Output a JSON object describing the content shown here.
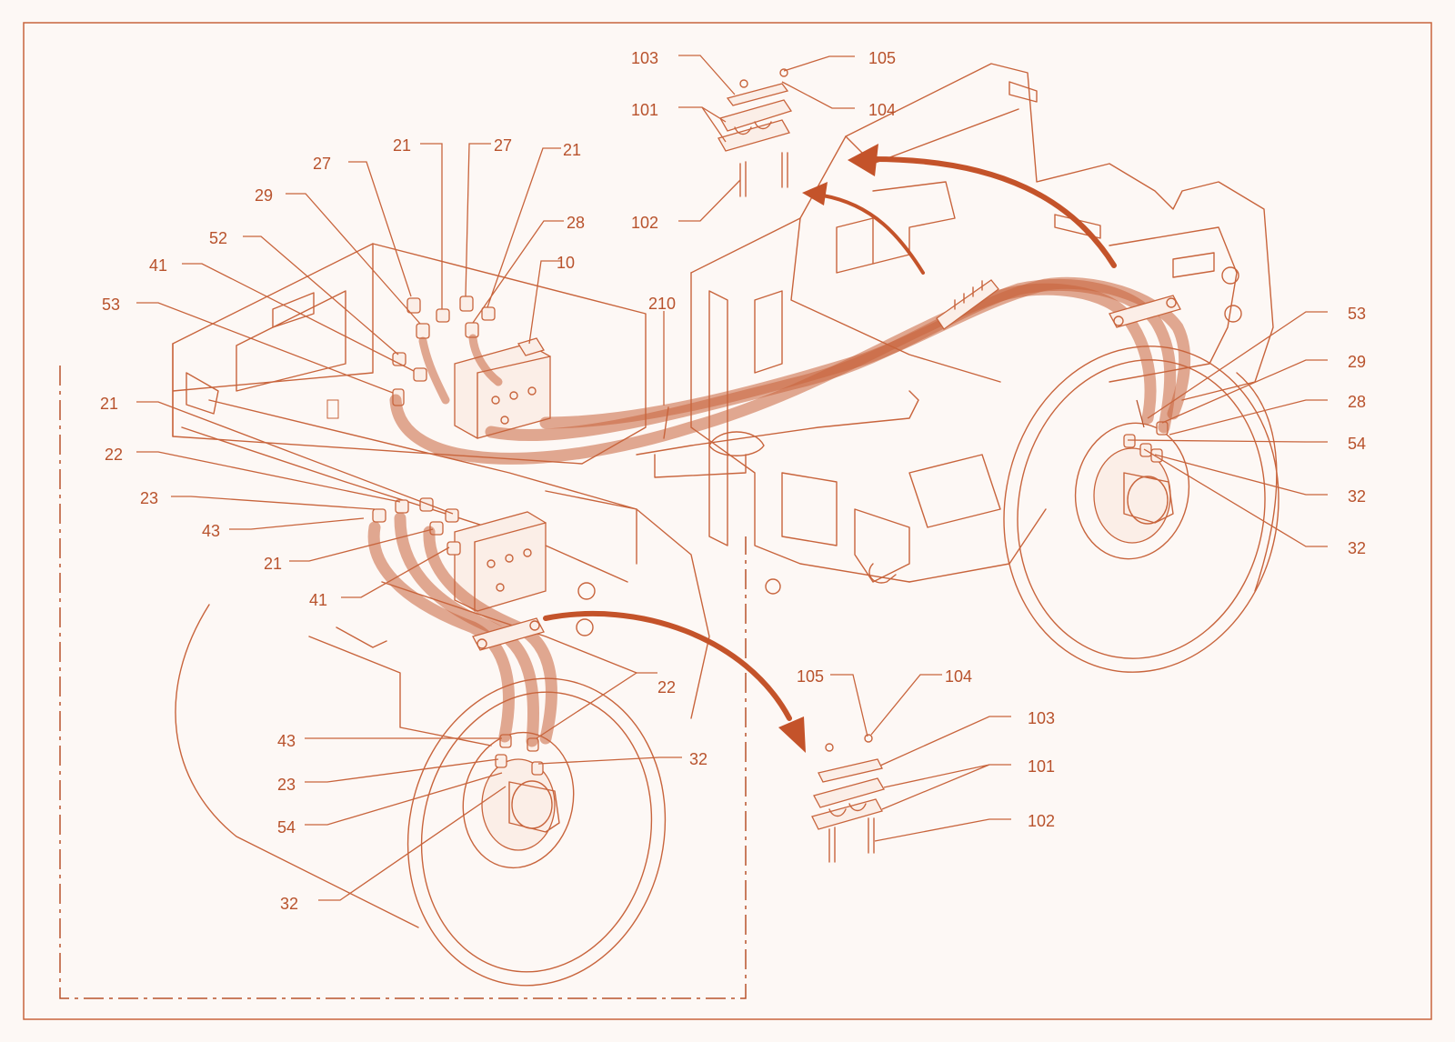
{
  "colors": {
    "line": "#c8643c",
    "label": "#b8522c",
    "arrow": "#c4532a",
    "background": "#fdf8f5"
  },
  "callouts": {
    "top_clamp": [
      "103",
      "105",
      "101",
      "104",
      "102"
    ],
    "upper_left_valve": [
      "27",
      "21",
      "27",
      "21",
      "29",
      "28",
      "52",
      "10",
      "41",
      "53",
      "210"
    ],
    "lower_left_valve": [
      "21",
      "22",
      "23",
      "43",
      "21",
      "41"
    ],
    "left_motor": [
      "22",
      "43",
      "32",
      "23",
      "54",
      "32"
    ],
    "right_motor": [
      "53",
      "29",
      "28",
      "54",
      "32",
      "32"
    ],
    "bottom_clamp": [
      "105",
      "104",
      "103",
      "101",
      "102"
    ]
  }
}
